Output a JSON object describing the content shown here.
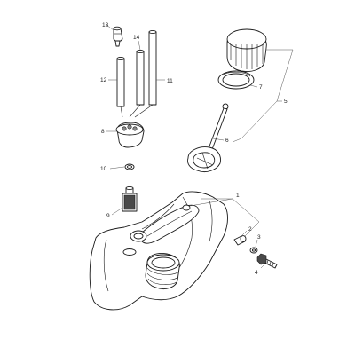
{
  "diagram": {
    "callouts": [
      {
        "id": "c1",
        "text": "1"
      },
      {
        "id": "c2",
        "text": "2"
      },
      {
        "id": "c3",
        "text": "3"
      },
      {
        "id": "c4",
        "text": "4"
      },
      {
        "id": "c5",
        "text": "5"
      },
      {
        "id": "c6",
        "text": "6"
      },
      {
        "id": "c7",
        "text": "7"
      },
      {
        "id": "c8",
        "text": "8"
      },
      {
        "id": "c9",
        "text": "9"
      },
      {
        "id": "c10",
        "text": "10"
      },
      {
        "id": "c11",
        "text": "11"
      },
      {
        "id": "c12",
        "text": "12"
      },
      {
        "id": "c13",
        "text": "13"
      },
      {
        "id": "c14",
        "text": "14"
      }
    ],
    "colors": {
      "line": "#1a1a1a",
      "shade": "#8a8a8a",
      "background": "#ffffff"
    }
  }
}
